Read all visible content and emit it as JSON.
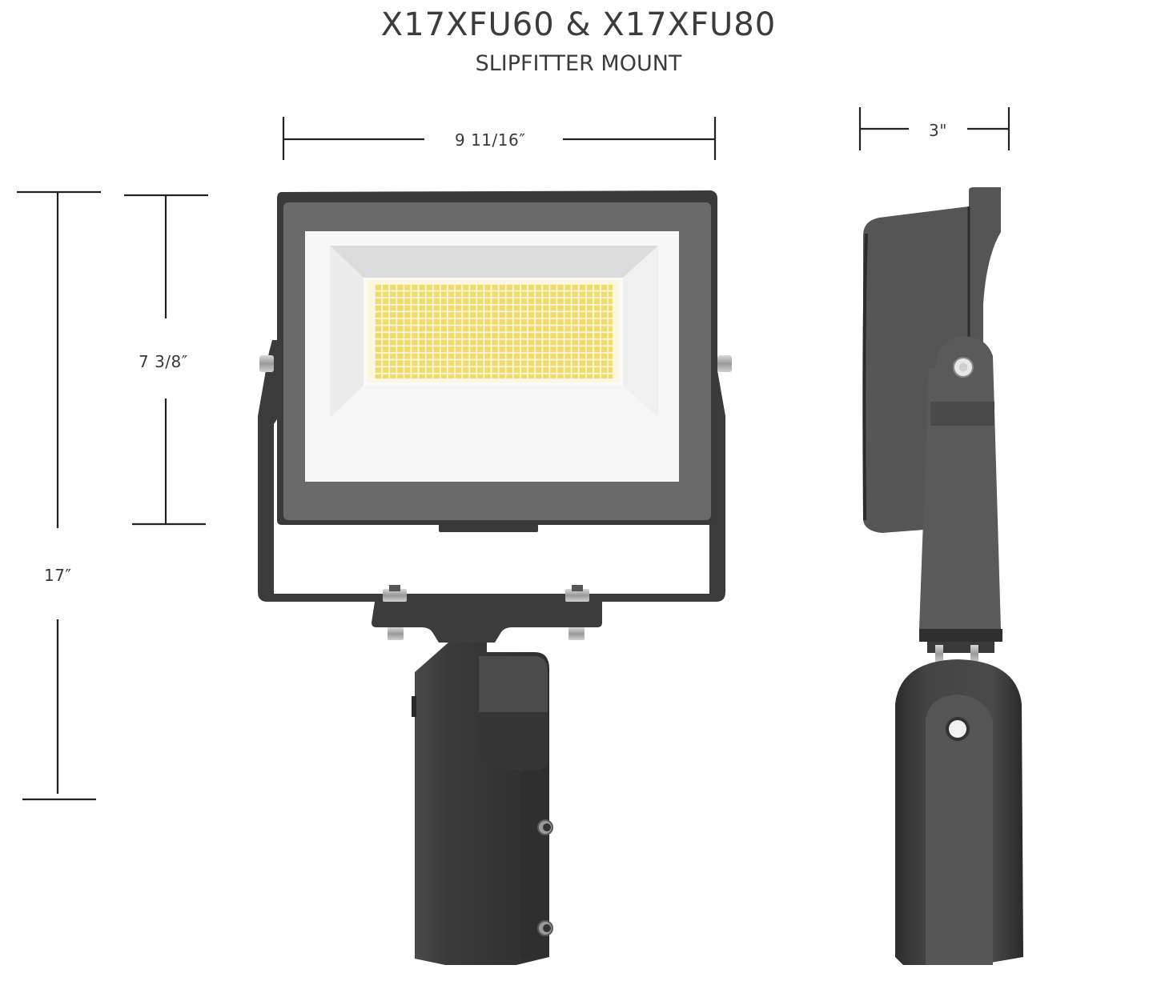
{
  "header": {
    "title": "X17XFU60  &  X17XFU80",
    "subtitle": "SLIPFITTER MOUNT"
  },
  "dimensions": {
    "width": "9 11/16″",
    "depth": "3\"",
    "head_height": "7 3/8″",
    "overall_height": "17″"
  },
  "views": {
    "front": "front-view",
    "side": "side-view"
  },
  "colors": {
    "housing": "#3d3d3d",
    "bezel": "#6a6a6a",
    "diffuser": "#f4f4f4",
    "led": "#f0dd6e",
    "line": "#222222"
  }
}
